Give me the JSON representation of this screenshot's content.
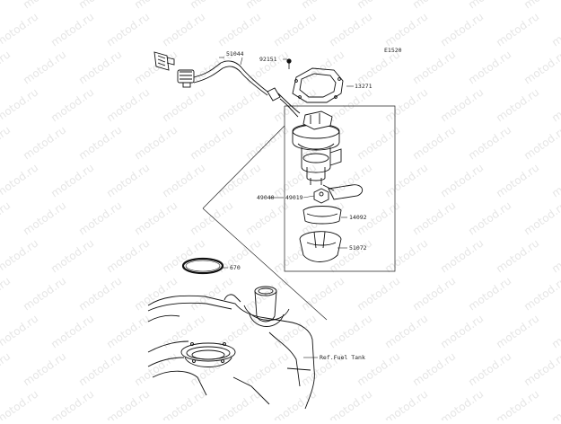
{
  "diagram": {
    "code": "E1520",
    "watermark_text": "motod.ru",
    "parts": {
      "p51044": "51044",
      "p92151": "92151",
      "p13271": "13271",
      "p49040": "49040",
      "p49019": "49019",
      "p14092": "14092",
      "p51072": "51072",
      "p670": "670"
    },
    "reference": "Ref.Fuel Tank"
  }
}
